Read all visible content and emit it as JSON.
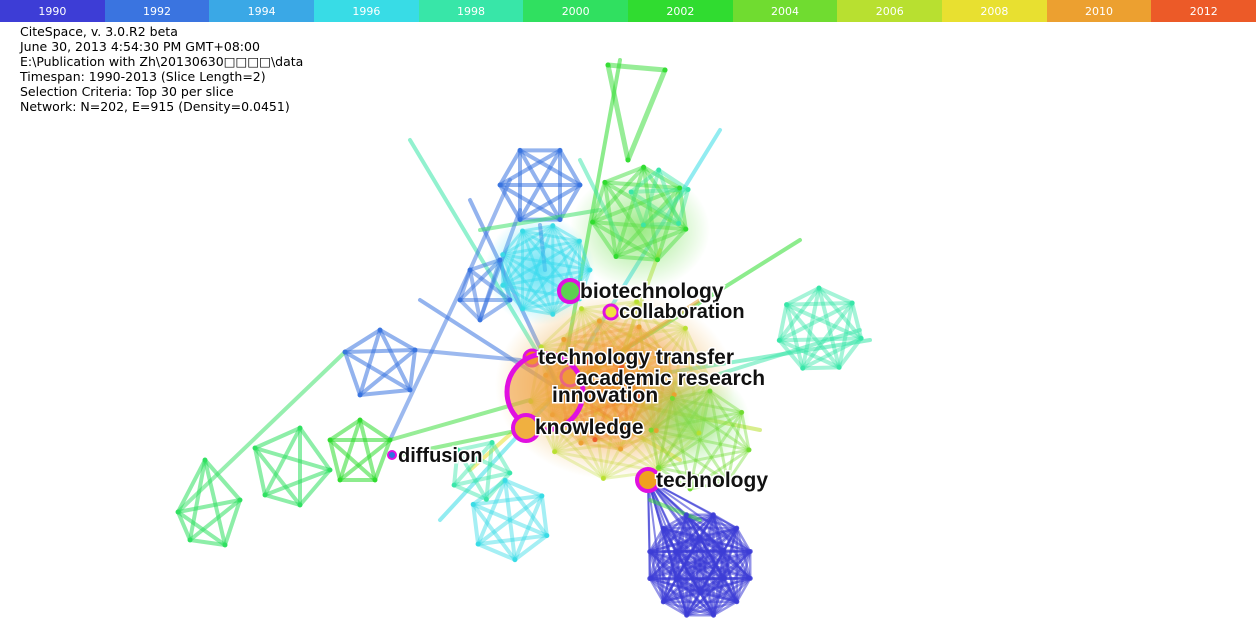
{
  "timeline": {
    "years": [
      "1990",
      "1992",
      "1994",
      "1996",
      "1998",
      "2000",
      "2002",
      "2004",
      "2006",
      "2008",
      "2010",
      "2012"
    ],
    "colors": [
      "#3d3dd6",
      "#3a74e0",
      "#3aa8e6",
      "#38dce6",
      "#38e6a8",
      "#30e060",
      "#30dc30",
      "#70dc30",
      "#b8e030",
      "#e8e030",
      "#eca030",
      "#ec5a28"
    ]
  },
  "meta": {
    "line1": "CiteSpace, v. 3.0.R2 beta",
    "line2": "June 30, 2013 4:54:30 PM GMT+08:00",
    "line3": "E:\\Publication with Zh\\20130630□□□□\\data",
    "line4": "Timespan: 1990-2013 (Slice Length=2)",
    "line5": "Selection Criteria: Top 30 per slice",
    "line6": "Network: N=202, E=915 (Density=0.0451)"
  },
  "labels": {
    "biotechnology": "biotechnology",
    "collaboration": "collaboration",
    "technology_transfer": "technology transfer",
    "academic_research": "academic research",
    "innovation": "innovation",
    "knowledge": "knowledge",
    "diffusion": "diffusion",
    "technology": "technology"
  },
  "colors": {
    "highlight_ring": "#e010e0"
  }
}
